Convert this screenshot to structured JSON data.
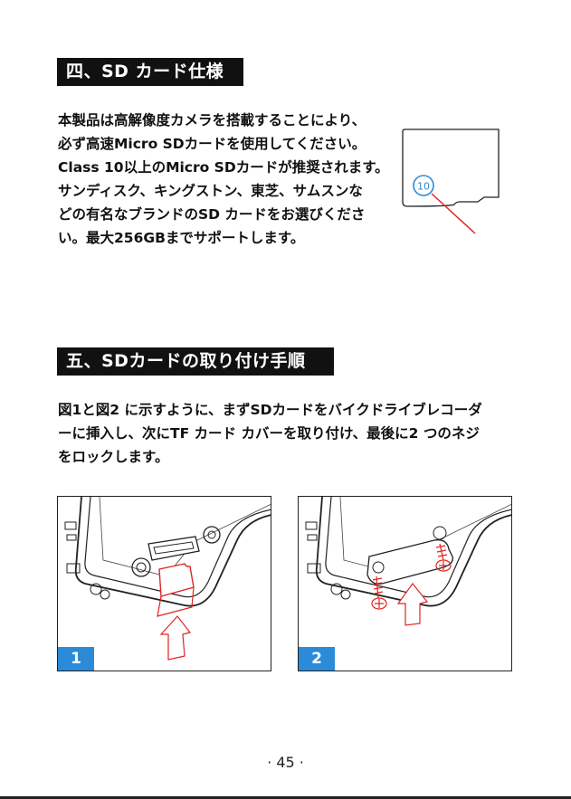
{
  "section4": {
    "title": "四、SD カード仕様",
    "lines": [
      "本製品は高解像度カメラを搭載することにより、",
      "必ず高速Micro SDカードを使用してください。",
      "Class 10以上のMicro SDカードが推奨されます。",
      "サンディスク、キングストン、東芝、サムスンな",
      "どの有名なブランドのSD カードをお選びくださ",
      "い。最大256GBまでサポートします。"
    ],
    "card_class_label": "10"
  },
  "section5": {
    "title": "五、SDカードの取り付け手順",
    "lines": [
      "図1と図2 に示すように、まずSDカードをバイクドライブレコーダ",
      "ーに挿入し、次にTF カード カバーを取り付け、最後に2 つのネジ",
      "をロックします。"
    ]
  },
  "figures": [
    {
      "number": "1"
    },
    {
      "number": "2"
    }
  ],
  "footer": {
    "page_number": "· 45 ·"
  },
  "colors": {
    "badge": "#2b8bd8",
    "highlight_red": "#e02424",
    "text": "#111111"
  }
}
